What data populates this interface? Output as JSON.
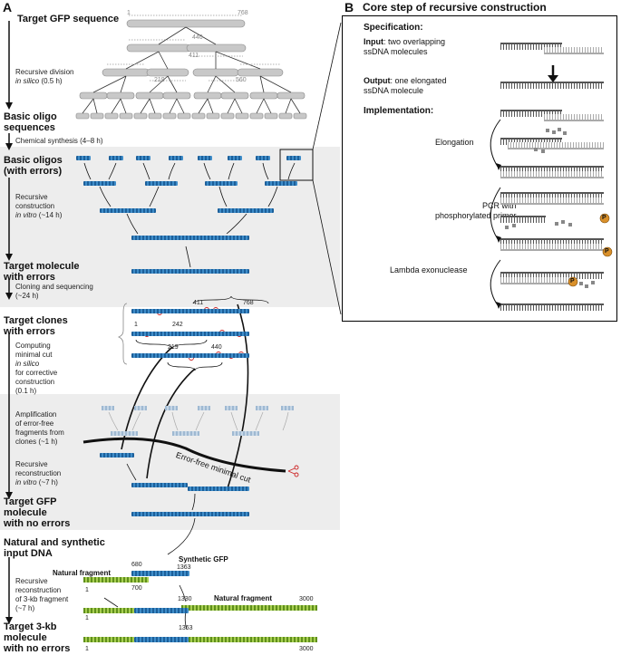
{
  "panel_a": {
    "letter": "A",
    "heads": {
      "target_gfp": "Target GFP sequence",
      "basic_oligo_seq_1": "Basic oligo",
      "basic_oligo_seq_2": "sequences",
      "basic_oligos_1": "Basic oligos",
      "basic_oligos_2": "(with errors)",
      "target_molecule_1": "Target molecule",
      "target_molecule_2": "with errors",
      "target_clones_1": "Target clones",
      "target_clones_2": "with errors",
      "target_gfp_noerr_1": "Target GFP",
      "target_gfp_noerr_2": "molecule",
      "target_gfp_noerr_3": "with no errors",
      "natural_synth_1": "Natural and synthetic",
      "natural_synth_2": "input DNA",
      "target_3kb_1": "Target 3-kb",
      "target_3kb_2": "molecule",
      "target_3kb_3": "with no errors"
    },
    "steps": {
      "rec_div_1": "Recursive division",
      "rec_div_2": "in silico",
      "rec_div_3": " (0.5 h)",
      "chem_synth": "Chemical synthesis (4–8 h)",
      "rec_con_1": "Recursive",
      "rec_con_2": "construction",
      "rec_con_3": "in vitro",
      "rec_con_4": " (~14 h)",
      "cloning_1": "Cloning and sequencing",
      "cloning_2": "(~24 h)",
      "comp_1": "Computing",
      "comp_2": "minimal cut",
      "comp_3": "in silico",
      "comp_4": "for corrective",
      "comp_5": "construction",
      "comp_6": "(0.1 h)",
      "amp_1": "Amplification",
      "amp_2": "of error-free",
      "amp_3": "fragments from",
      "amp_4": "clones (~1 h)",
      "rec_recon_1": "Recursive",
      "rec_recon_2": "reconstruction",
      "rec_recon_3": "in vitro",
      "rec_recon_4": " (~7 h)",
      "kb_1": "Recursive",
      "kb_2": "reconstruction",
      "kb_3": "of 3-kb fragment",
      "kb_4": "(~7 h)"
    },
    "numbers": {
      "n1": "1",
      "n768": "768",
      "n440": "440",
      "n411": "411",
      "n219": "219",
      "n560": "560",
      "c411": "411",
      "c768": "768",
      "c1": "1",
      "c242": "242",
      "c219": "219",
      "c440": "440",
      "g680": "680",
      "g1363": "1363",
      "g700": "700",
      "g1330": "1330",
      "g3000": "3000",
      "g1b": "1",
      "g1c": "1",
      "g1363b": "1363",
      "g1d": "1",
      "g3000b": "3000"
    },
    "labels": {
      "error_free_cut": "Error-free minimal cut",
      "natural_fragment_1": "Natural fragment",
      "synthetic_gfp": "Synthetic GFP",
      "natural_fragment_2": "Natural fragment"
    }
  },
  "panel_b": {
    "letter": "B",
    "title": "Core step of recursive construction",
    "spec_head": "Specification:",
    "input_label": "Input",
    "input_text_1": ": two overlapping",
    "input_text_2": "ssDNA molecules",
    "output_label": "Output",
    "output_text_1": ": one elongated",
    "output_text_2": "ssDNA molecule",
    "impl_head": "Implementation:",
    "elongation": "Elongation",
    "pcr_1": "PCR with",
    "pcr_2": "phosphorylated primer",
    "lambda": "Lambda exonuclease",
    "p_mark": "P"
  },
  "colors": {
    "dna_blue": "#2a73b5",
    "dna_green": "#8cbf3f",
    "band_gray": "#ededed",
    "error_red": "#cc2222",
    "phosphate_orange": "#d9902a"
  }
}
